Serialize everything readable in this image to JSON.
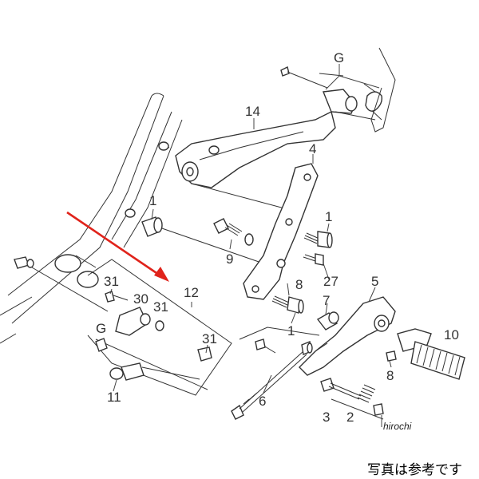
{
  "diagram": {
    "labels": {
      "p1a": "1",
      "p1b": "1",
      "p1c": "1",
      "p2": "2",
      "p3": "3",
      "p4": "4",
      "p5": "5",
      "p6": "6",
      "p7": "7",
      "p8a": "8",
      "p8b": "8",
      "p9": "9",
      "p10": "10",
      "p11": "11",
      "p12": "12",
      "p14": "14",
      "p27": "27",
      "p30": "30",
      "p31a": "31",
      "p31b": "31",
      "p31c": "31",
      "gA": "G",
      "gB": "G"
    },
    "colors": {
      "line": "#333333",
      "arrow": "#e0231b"
    }
  },
  "watermark": "hirochi",
  "caption": "写真は参考です"
}
